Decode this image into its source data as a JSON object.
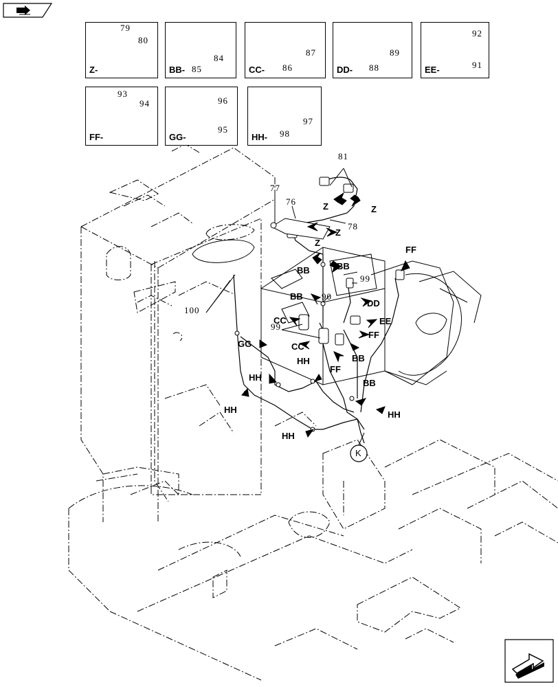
{
  "detail_boxes": [
    {
      "label": "Z-",
      "parts": [
        "79",
        "80"
      ]
    },
    {
      "label": "BB-",
      "parts": [
        "84",
        "85"
      ]
    },
    {
      "label": "CC-",
      "parts": [
        "86",
        "87"
      ]
    },
    {
      "label": "DD-",
      "parts": [
        "88",
        "89"
      ]
    },
    {
      "label": "EE-",
      "parts": [
        "92",
        "91"
      ]
    },
    {
      "label": "FF-",
      "parts": [
        "93",
        "94"
      ]
    },
    {
      "label": "GG-",
      "parts": [
        "96",
        "95"
      ]
    },
    {
      "label": "HH-",
      "parts": [
        "98",
        "97"
      ]
    }
  ],
  "callouts": {
    "z1": "Z",
    "z2": "Z",
    "z3": "Z",
    "z4": "Z",
    "bb1": "BB",
    "bb2": "BB",
    "bb3": "BB",
    "bb4": "BB",
    "bb5": "BB",
    "cc1": "CC",
    "cc2": "CC",
    "dd1": "DD",
    "ee1": "EE",
    "ff1": "FF",
    "ff2": "FF",
    "ff3": "FF",
    "gg1": "GG",
    "hh1": "HH",
    "hh2": "HH",
    "hh3": "HH",
    "hh4": "HH",
    "hh5": "HH",
    "k": "K"
  },
  "part_numbers": {
    "p81": "81",
    "p77": "77",
    "p76": "76",
    "p78": "78",
    "p99a": "99",
    "p90": "90",
    "p99b": "99",
    "p100": "100"
  },
  "colors": {
    "line": "#000000",
    "background": "#ffffff"
  },
  "icons": {
    "top_nav": "book-arrow-icon",
    "bottom_nav": "next-page-arrow-icon"
  }
}
